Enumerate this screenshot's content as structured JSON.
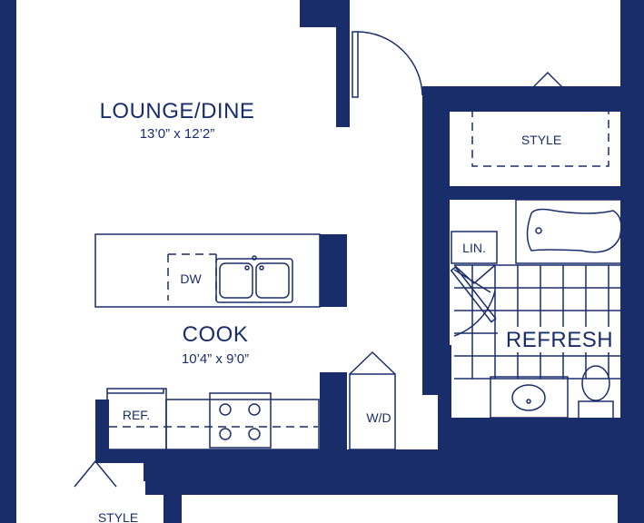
{
  "rooms": {
    "lounge": {
      "name": "LOUNGE/DINE",
      "dims": "13’0” x 12’2”"
    },
    "cook": {
      "name": "COOK",
      "dims": "10’4” x 9’0”"
    },
    "refresh": {
      "name": "REFRESH"
    }
  },
  "fixtures": {
    "style_top": "STYLE",
    "lin": "LIN.",
    "dw": "DW",
    "ref": "REF.",
    "wd": "W/D",
    "style_bottom": "STYLE"
  },
  "colors": {
    "wall": "#1a2d6b",
    "background": "#ffffff"
  }
}
